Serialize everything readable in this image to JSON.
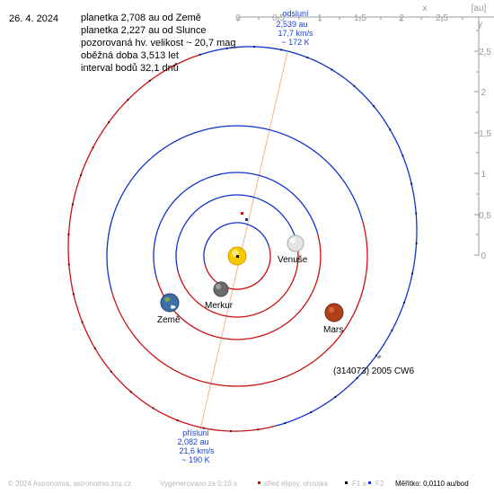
{
  "date": "26. 4. 2024",
  "info": [
    "planetka 2,708 au od Země",
    "planetka 2,227 au od Slunce",
    "pozorovaná hv. velikost ~ 20,7 mag",
    "oběžná doba 3,513 let",
    "interval bodů 32,1 dnů"
  ],
  "axes": {
    "unit": "[au]",
    "x_corner": "x",
    "y_corner": "y",
    "x_ticks": [
      "0",
      "0,5",
      "1",
      "1,5",
      "2",
      "2,5"
    ],
    "y_ticks": [
      "2,5",
      "2",
      "1,5",
      "1",
      "0,5",
      "0"
    ]
  },
  "aphelion": {
    "title": "odsluní",
    "distance": "2,539 au",
    "speed": "17,7 km/s",
    "temperature": "~ 172 K"
  },
  "perihelion": {
    "title": "přísluní",
    "distance": "2,082 au",
    "speed": "21,6 km/s",
    "temperature": "~ 190 K"
  },
  "bodies": {
    "venus": "Venuše",
    "earth": "Země",
    "mercury": "Merkur",
    "mars": "Mars",
    "asteroid": "(314073) 2005 CW6"
  },
  "footer": {
    "copyright": "© 2024 Astronomia, astronomia.zcu.cz",
    "generated": "Vygenerováno za 0,10 s",
    "legend_center": "střed elipsy, ohniska",
    "legend_f1": "F1 a",
    "legend_f2": "F2",
    "scale": "Měřítko: 0,0110 au/bod"
  },
  "colors": {
    "orbit_inner_half": "#cc1111",
    "orbit_outer_half": "#1133cc",
    "apsis_line": "#f2b48a",
    "ticks": "#9a9a9a",
    "sun": "#f6c800",
    "mars": "#b0401c",
    "venus": "#d8d8d8",
    "mercury": "#707070",
    "earth": "#3b6fa8"
  },
  "icons": {
    "sun": "sun-icon",
    "venus": "venus-planet-icon",
    "earth": "earth-planet-icon",
    "mercury": "mercury-planet-icon",
    "mars": "mars-planet-icon",
    "asteroid": "asteroid-icon"
  }
}
